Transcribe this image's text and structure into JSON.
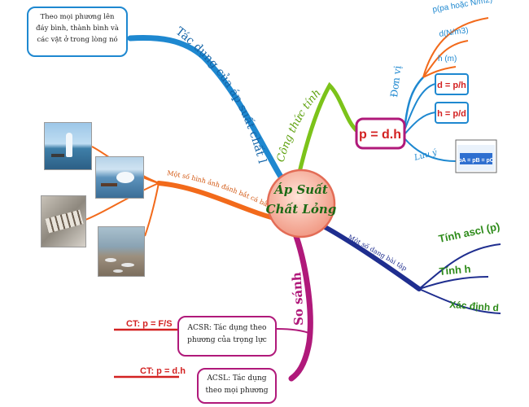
{
  "center": {
    "line1": "Áp Suất",
    "line2": "Chất Lỏng"
  },
  "branches": {
    "tac_dung": {
      "label": "Tác dụng của áp suất chất lỏng",
      "note": [
        "Theo mọi phương lên",
        "đáy bình, thành bình và",
        "các vật ở trong lòng nó"
      ]
    },
    "cong_thuc": {
      "label": "Công thức tính",
      "formula": "p = d.h",
      "don_vi": {
        "label": "Đơn vị",
        "items": [
          "p(pa hoặc N/m2)",
          "d(N/m3)",
          "h (m)"
        ]
      },
      "derived": [
        "d = p/h",
        "h = p/d"
      ],
      "luu_y": {
        "label": "Lưu ý",
        "image_text": "pA = pB = pC"
      }
    },
    "bai_tap": {
      "label": "Một số dạng bài tập",
      "items": [
        "Tính ascl (p)",
        "Tính h",
        "Xác định d"
      ]
    },
    "so_sanh": {
      "label": "So sánh",
      "items": [
        {
          "formula": "CT: p = F/S",
          "lines": [
            "ACSR: Tác dụng theo",
            "phương của trọng lực"
          ]
        },
        {
          "formula": "CT: p = d.h",
          "lines": [
            "ACSL: Tác dụng",
            "theo mọi phương"
          ]
        }
      ]
    },
    "hinh_anh": {
      "label": "Một số hình ảnh đánh bắt cá bằng mìn"
    }
  },
  "colors": {
    "blue": "#1E88D0",
    "green": "#7CC31A",
    "navy": "#1F2E8F",
    "magenta": "#B0197A",
    "orange": "#F26A1B",
    "red": "#D32222",
    "center": "#F6B8A8"
  }
}
